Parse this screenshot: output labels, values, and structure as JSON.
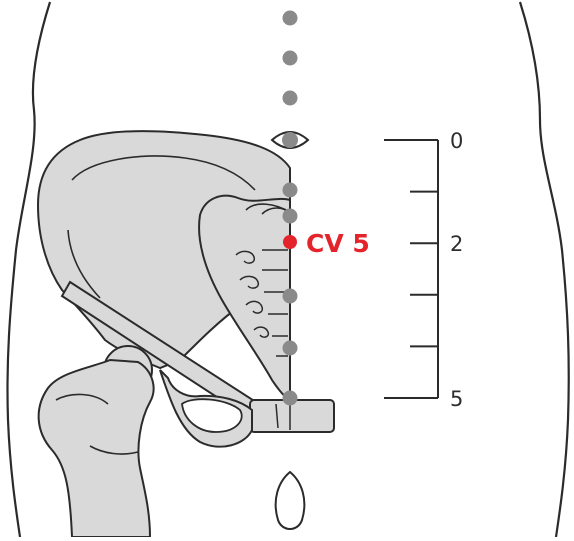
{
  "diagram": {
    "highlighted_point": {
      "label": "CV 5",
      "color": "#e3242b"
    },
    "scale": {
      "units": "cun",
      "ticks": [
        {
          "value": 0,
          "label": "0",
          "labeled": true
        },
        {
          "value": 1,
          "label": "",
          "labeled": false
        },
        {
          "value": 2,
          "label": "2",
          "labeled": true
        },
        {
          "value": 3,
          "label": "",
          "labeled": false
        },
        {
          "value": 4,
          "label": "",
          "labeled": false
        },
        {
          "value": 5,
          "label": "5",
          "labeled": true
        }
      ]
    },
    "midline_points": [
      {
        "name": "point-above-navel-3",
        "highlighted": false
      },
      {
        "name": "point-above-navel-2",
        "highlighted": false
      },
      {
        "name": "point-above-navel-1",
        "highlighted": false
      },
      {
        "name": "point-below-navel-1",
        "highlighted": false
      },
      {
        "name": "point-below-navel-2",
        "highlighted": false
      },
      {
        "name": "point-below-navel-cv5",
        "highlighted": true
      },
      {
        "name": "point-below-navel-3",
        "highlighted": false
      },
      {
        "name": "point-below-navel-4",
        "highlighted": false
      },
      {
        "name": "point-below-navel-5",
        "highlighted": false
      }
    ],
    "colors": {
      "outline": "#2b2b2b",
      "bone_fill": "#d9d9d9",
      "point_gray": "#8a8a8a",
      "highlight": "#e3242b"
    }
  }
}
